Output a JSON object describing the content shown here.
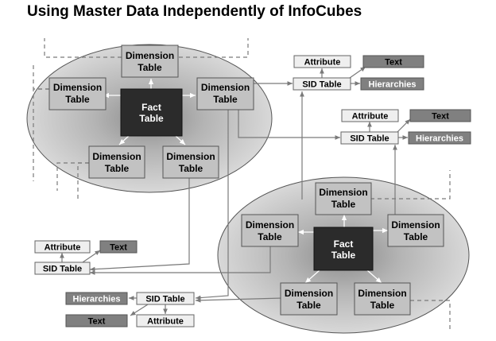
{
  "title": "Using Master Data Independently of InfoCubes",
  "labels": {
    "fact_line1": "Fact",
    "fact_line2": "Table",
    "dim_line1": "Dimension",
    "dim_line2": "Table",
    "sid": "SID Table",
    "attribute": "Attribute",
    "text": "Text",
    "hierarchies": "Hierarchies"
  },
  "colors": {
    "fact_fill": "#2b2b2b",
    "dimension_fill": "#c2c2c2",
    "sid_fill": "#efefef",
    "attribute_fill": "#efefef",
    "dark_box_fill": "#808080",
    "ellipse_center": "#8a8a8a",
    "ellipse_edge": "#d8d8d8",
    "line": "#7a7a7a"
  }
}
